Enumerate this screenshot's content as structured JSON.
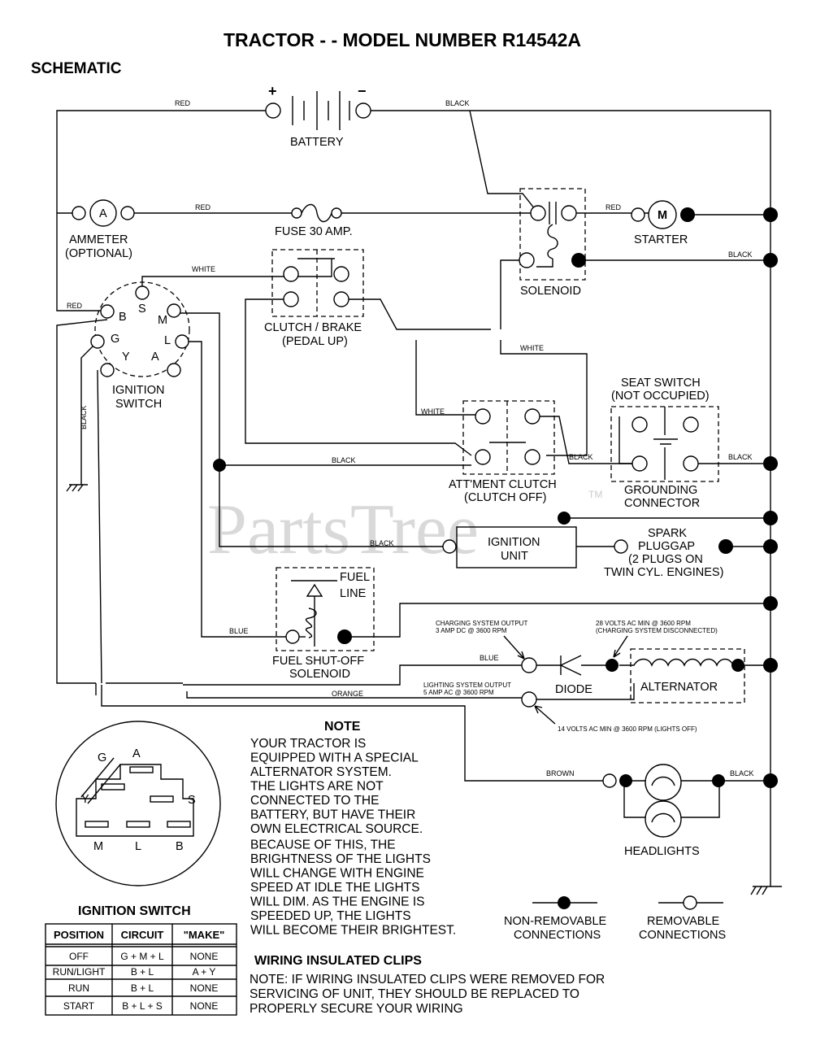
{
  "title": "TRACTOR - - MODEL NUMBER R14542A",
  "subtitle": "SCHEMATIC",
  "watermark": "PartsTree",
  "watermark_tm": "TM",
  "wires": {
    "red": "RED",
    "black": "BLACK",
    "white": "WHITE",
    "blue": "BLUE",
    "orange": "ORANGE",
    "brown": "BROWN"
  },
  "battery": {
    "label": "BATTERY",
    "plus": "+",
    "minus": "−"
  },
  "ammeter": {
    "label_1": "AMMETER",
    "label_2": "(OPTIONAL)",
    "symbol": "A"
  },
  "fuse": {
    "label": "FUSE 30 AMP."
  },
  "starter": {
    "label": "STARTER",
    "symbol": "M"
  },
  "solenoid": {
    "label": "SOLENOID"
  },
  "ignition_switch": {
    "label_1": "IGNITION",
    "label_2": "SWITCH",
    "terminals": [
      "B",
      "S",
      "M",
      "G",
      "L",
      "Y",
      "A"
    ]
  },
  "clutch_brake": {
    "label_1": "CLUTCH / BRAKE",
    "label_2": "(PEDAL UP)"
  },
  "seat_switch": {
    "label_1": "SEAT SWITCH",
    "label_2": "(NOT OCCUPIED)"
  },
  "attment_clutch": {
    "label_1": "ATT'MENT CLUTCH",
    "label_2": "(CLUTCH OFF)"
  },
  "grounding_connector": {
    "label_1": "GROUNDING",
    "label_2": "CONNECTOR"
  },
  "ignition_unit": {
    "label_1": "IGNITION",
    "label_2": "UNIT"
  },
  "spark_plug": {
    "label_1": "SPARK",
    "label_2": "PLUGGAP",
    "label_3": "(2 PLUGS ON",
    "label_4": "TWIN CYL. ENGINES)"
  },
  "fuel_solenoid": {
    "fuel": "FUEL",
    "line": "LINE",
    "label_1": "FUEL SHUT-OFF",
    "label_2": "SOLENOID"
  },
  "charging": {
    "output_1": "CHARGING SYSTEM OUTPUT",
    "output_2": "3 AMP DC @ 3600 RPM",
    "volts_1": "28 VOLTS AC MIN @ 3600 RPM",
    "volts_2": "(CHARGING SYSTEM DISCONNECTED)",
    "diode": "DIODE",
    "alternator": "ALTERNATOR",
    "lighting_1": "LIGHTING SYSTEM OUTPUT",
    "lighting_2": "5 AMP AC @ 3600 RPM",
    "lights_off": "14 VOLTS AC MIN @ 3600 RPM (LIGHTS OFF)"
  },
  "headlights": {
    "label": "HEADLIGHTS"
  },
  "note": {
    "heading": "NOTE",
    "lines": [
      "YOUR TRACTOR IS",
      "EQUIPPED WITH A SPECIAL",
      "ALTERNATOR SYSTEM.",
      "THE LIGHTS ARE NOT",
      "CONNECTED TO THE",
      "BATTERY, BUT HAVE THEIR",
      "OWN ELECTRICAL SOURCE.",
      "BECAUSE OF THIS, THE",
      "BRIGHTNESS OF THE LIGHTS",
      "WILL CHANGE WITH ENGINE",
      "SPEED  AT IDLE THE LIGHTS",
      "WILL DIM.  AS THE ENGINE IS",
      "SPEEDED UP, THE LIGHTS",
      "WILL BECOME THEIR BRIGHTEST."
    ]
  },
  "legend": {
    "non_removable_1": "NON-REMOVABLE",
    "non_removable_2": "CONNECTIONS",
    "removable_1": "REMOVABLE",
    "removable_2": "CONNECTIONS"
  },
  "switch_face": {
    "letters": [
      "G",
      "A",
      "Y",
      "S",
      "M",
      "L",
      "B"
    ]
  },
  "switch_table": {
    "caption": "IGNITION SWITCH",
    "headers": [
      "POSITION",
      "CIRCUIT",
      "\"MAKE\""
    ],
    "rows": [
      [
        "OFF",
        "G + M + L",
        "NONE"
      ],
      [
        "RUN/LIGHT",
        "B + L",
        "A + Y"
      ],
      [
        "RUN",
        "B + L",
        "NONE"
      ],
      [
        "START",
        "B + L + S",
        "NONE"
      ]
    ]
  },
  "clips": {
    "heading": "WIRING INSULATED CLIPS",
    "line_1": "NOTE: IF WIRING INSULATED CLIPS WERE REMOVED FOR",
    "line_2": "SERVICING OF UNIT, THEY SHOULD BE REPLACED TO",
    "line_3": "PROPERLY SECURE YOUR WIRING"
  }
}
